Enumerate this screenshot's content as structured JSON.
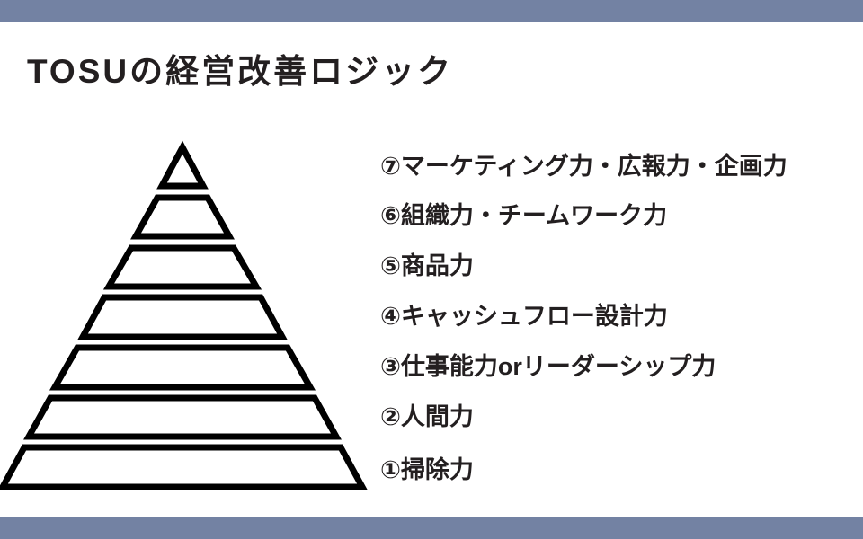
{
  "slide": {
    "title": "TOSUの経営改善ロジック",
    "background_color": "#ffffff",
    "band_color": "#7382a3",
    "text_color": "#231f20",
    "diagram": {
      "type": "pyramid",
      "tier_count": 7,
      "fill_color": "#ffffff",
      "stroke_color": "#000000"
    }
  },
  "items": [
    {
      "number": "⑦",
      "label": "マーケティング力・広報力・企画力",
      "tier": 7
    },
    {
      "number": "⑥",
      "label": "組織力・チームワーク力",
      "tier": 6
    },
    {
      "number": "⑤",
      "label": "商品力",
      "tier": 5
    },
    {
      "number": "④",
      "label": "キャッシュフロー設計力",
      "tier": 4
    },
    {
      "number": "③",
      "label": "仕事能力orリーダーシップ力",
      "tier": 3
    },
    {
      "number": "②",
      "label": "人間力",
      "tier": 2
    },
    {
      "number": "①",
      "label": "掃除力",
      "tier": 1
    }
  ]
}
